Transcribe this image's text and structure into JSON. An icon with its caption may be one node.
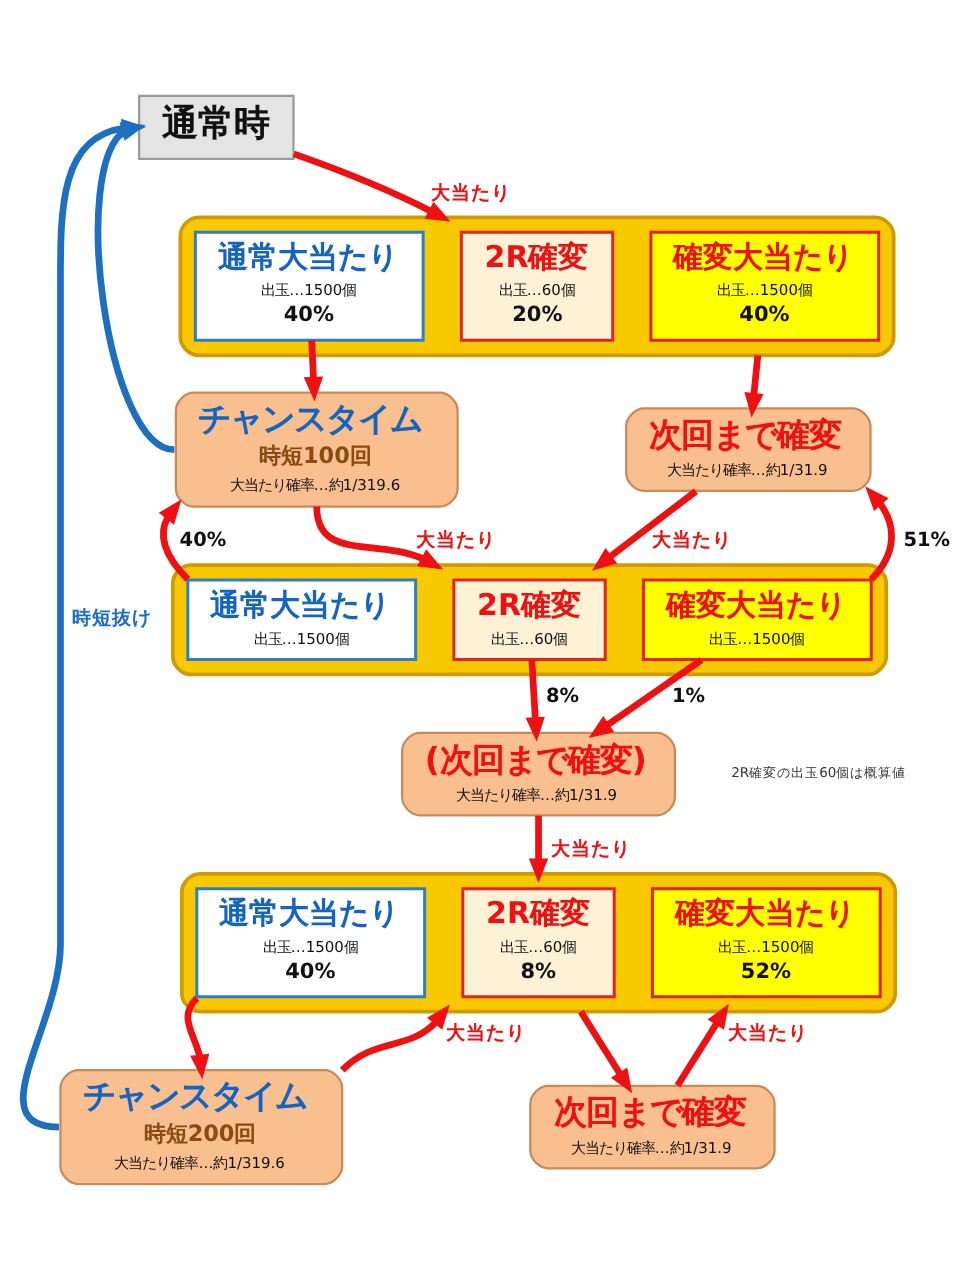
{
  "diagram": {
    "nodes": [
      {
        "text": [
          "通常時"
        ]
      },
      {
        "text": [],
        "shape": "box"
      },
      {
        "text": [
          "通常大当たり",
          "出玉…1500個",
          "40%"
        ],
        "in": 1
      },
      {
        "text": [
          "2R確変",
          "出玉…60個",
          "20%"
        ],
        "in": 1
      },
      {
        "text": [
          "確変大当たり",
          "出玉…1500個",
          "40%"
        ],
        "in": 1
      },
      {
        "text": [
          "チャンスタイム",
          "時短100回",
          "大当たり確率…約1/319.6"
        ]
      },
      {
        "text": [
          "次回まで確変",
          "大当たり確率…約1/31.9"
        ]
      },
      {
        "text": [],
        "shape": "box"
      },
      {
        "text": [
          "通常大当たり",
          "出玉…1500個"
        ],
        "in": 7
      },
      {
        "text": [
          "2R確変",
          "出玉…60個"
        ],
        "in": 7
      },
      {
        "text": [
          "確変大当たり",
          "出玉…1500個"
        ],
        "in": 7
      },
      {
        "text": [
          "(次回まで確変)",
          "大当たり確率…約1/31.9"
        ]
      },
      {
        "text": [],
        "shape": "box"
      },
      {
        "text": [
          "通常大当たり",
          "出玉…1500個",
          "40%"
        ],
        "in": 12
      },
      {
        "text": [
          "2R確変",
          "出玉…60個",
          "8%"
        ],
        "in": 12
      },
      {
        "text": [
          "確変大当たり",
          "出玉…1500個",
          "52%"
        ],
        "in": 12
      },
      {
        "text": [
          "チャンスタイム",
          "時短200回",
          "大当たり確率…約1/319.6"
        ]
      },
      {
        "text": [
          "次回まで確変",
          "大当たり確率…約1/31.9"
        ]
      }
    ],
    "edges": [
      {
        "from": 0,
        "to": 1,
        "arrow": "to",
        "label": "大当たり"
      },
      {
        "from": 2,
        "to": 5,
        "arrow": "to"
      },
      {
        "from": 1,
        "to": 6,
        "arrow": "to"
      },
      {
        "from": 5,
        "to": 7,
        "arrow": "to",
        "label": "大当たり"
      },
      {
        "from": 6,
        "to": 7,
        "arrow": "to",
        "label": "大当たり"
      },
      {
        "from": 8,
        "to": 5,
        "arrow": "to",
        "label": "40%"
      },
      {
        "from": 10,
        "to": 6,
        "arrow": "to",
        "label": "51%"
      },
      {
        "from": 9,
        "to": 11,
        "arrow": "to",
        "label": "8%"
      },
      {
        "from": 10,
        "to": 11,
        "arrow": "to",
        "label": "1%"
      },
      {
        "from": 11,
        "to": 12,
        "arrow": "to",
        "label": "大当たり"
      },
      {
        "from": 13,
        "to": 16,
        "arrow": "to"
      },
      {
        "from": 16,
        "to": 12,
        "arrow": "to",
        "label": "大当たり"
      },
      {
        "from": 12,
        "to": 17,
        "arrow": "to"
      },
      {
        "from": 17,
        "to": 12,
        "arrow": "to",
        "label": "大当たり"
      },
      {
        "from": 5,
        "to": 0,
        "arrow": "to",
        "color": "#1e6fc0"
      },
      {
        "from": 16,
        "to": 0,
        "arrow": "to",
        "label": "時短抜け",
        "color": "#1e6fc0"
      }
    ],
    "labels": [
      "2R確変の出玉60個は概算値"
    ]
  }
}
